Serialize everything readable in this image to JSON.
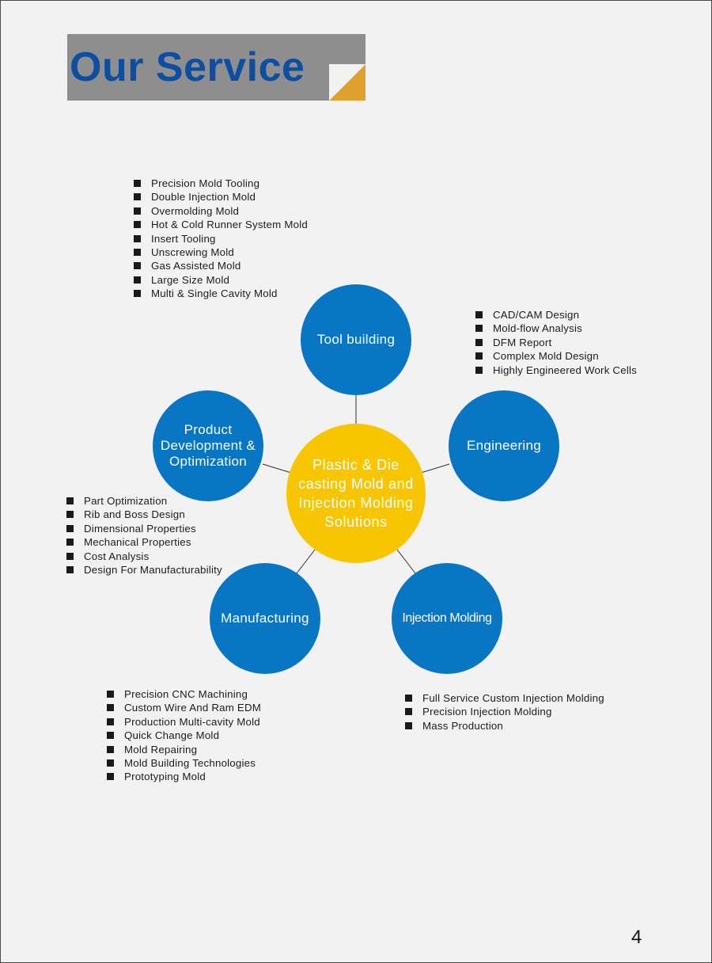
{
  "header": {
    "title": "Our Service"
  },
  "diagram": {
    "center_label": "Plastic & Die casting Mold and Injection Molding Solutions",
    "nodes": {
      "tool_building": {
        "label": "Tool building",
        "items": [
          "Precision Mold Tooling",
          "Double Injection Mold",
          "Overmolding Mold",
          "Hot  & Cold Runner System Mold",
          "Insert Tooling",
          "Unscrewing Mold",
          "Gas Assisted Mold",
          "Large Size Mold",
          "Multi & Single Cavity Mold"
        ]
      },
      "engineering": {
        "label": "Engineering",
        "items": [
          "CAD/CAM Design",
          "Mold-flow Analysis",
          "DFM Report",
          "Complex Mold Design",
          "Highly Engineered Work Cells"
        ]
      },
      "product_development": {
        "label": "Product Development & Optimization",
        "items": [
          "Part Optimization",
          "Rib and Boss Design",
          "Dimensional Properties",
          "Mechanical Properties",
          "Cost Analysis",
          "Design For Manufacturability"
        ]
      },
      "manufacturing": {
        "label": "Manufacturing",
        "items": [
          "Precision CNC Machining",
          "Custom Wire And Ram EDM",
          "Production Multi-cavity Mold",
          "Quick Change Mold",
          "Mold Repairing",
          "Mold Building Technologies",
          "Prototyping Mold"
        ]
      },
      "injection_molding": {
        "label": "Injection Molding",
        "items": [
          "Full Service Custom Injection Molding",
          "Precision Injection Molding",
          "Mass Production"
        ]
      }
    }
  },
  "footer": {
    "page_number": "4"
  },
  "colors": {
    "title": "#0b4ea2",
    "banner": "#8e8e8e",
    "fold": "#e0a02c",
    "node": "#0876c3",
    "center": "#f7c600"
  }
}
